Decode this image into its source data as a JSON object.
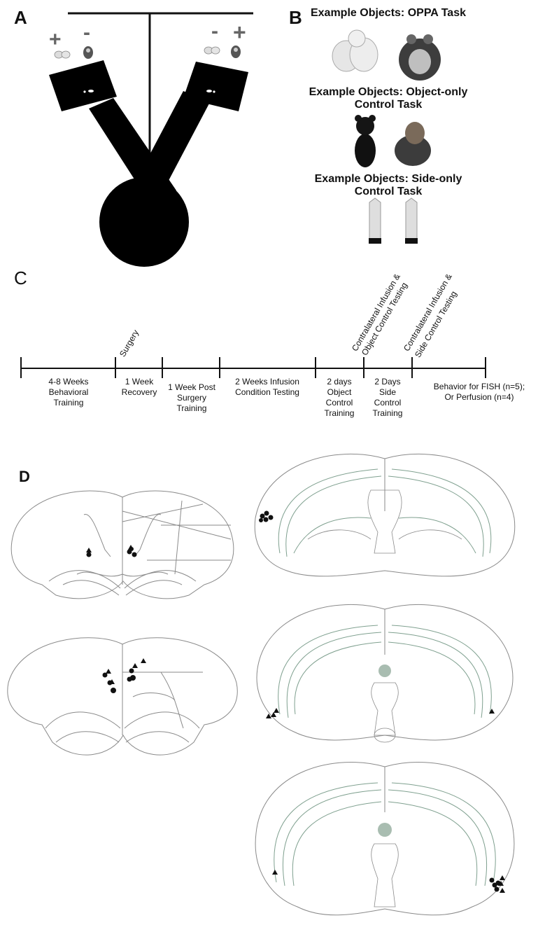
{
  "panels": {
    "a": {
      "letter": "A",
      "left_signs": [
        "+",
        "-"
      ],
      "right_signs": [
        "-",
        "+"
      ]
    },
    "b": {
      "letter": "B",
      "titles": [
        "Example Objects: OPPA Task",
        "Example Objects: Object-only",
        "Control Task",
        "Example Objects: Side-only",
        "Control Task"
      ]
    },
    "c": {
      "letter": "C",
      "events": [
        "Surgery",
        "Contralateral Infusion &",
        "Object Control Testing",
        "Contralateral Infusion &",
        "Side Control Testing"
      ],
      "segments": [
        [
          "4-8 Weeks",
          "Behavioral",
          "Training"
        ],
        [
          "1 Week",
          "Recovery"
        ],
        [
          "1 Week Post",
          "Surgery",
          "Training"
        ],
        [
          "2 Weeks Infusion",
          "Condition Testing"
        ],
        [
          "2 days",
          "Object",
          "Control",
          "Training"
        ],
        [
          "2 Days",
          "Side",
          "Control",
          "Training"
        ],
        [
          "Behavior for FISH (n=5);",
          "Or Perfusion (n=4)"
        ]
      ]
    },
    "d": {
      "letter": "D"
    }
  },
  "colors": {
    "ink": "#111111",
    "outline": "#8a8a8a",
    "tract": "#7fa08f",
    "ventricle_fill": "#a9bdb1"
  }
}
